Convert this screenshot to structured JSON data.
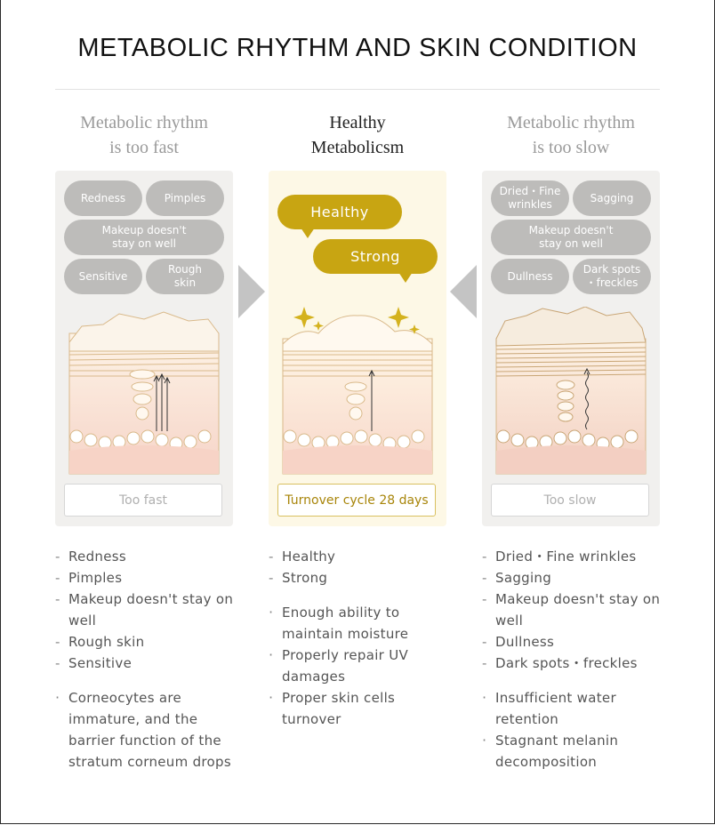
{
  "title": "METABOLIC RHYTHM AND SKIN CONDITION",
  "columns": [
    {
      "heading": [
        "Metabolic rhythm",
        "is too fast"
      ],
      "pills": [
        {
          "lines": [
            "Redness"
          ]
        },
        {
          "lines": [
            "Pimples"
          ]
        },
        {
          "lines": [
            "Makeup doesn't",
            "stay on well"
          ]
        },
        {
          "lines": [
            "Sensitive"
          ]
        },
        {
          "lines": [
            "Rough",
            "skin"
          ]
        }
      ],
      "status": "Too fast",
      "conditions": [
        "Redness",
        "Pimples",
        "Makeup doesn't stay on well",
        "Rough skin",
        "Sensitive"
      ],
      "notes": [
        "Corneocytes are immature, and the barrier function of the stratum corneum drops"
      ]
    },
    {
      "heading": [
        "Healthy",
        "Metabolicsm"
      ],
      "bubbles": [
        "Healthy",
        "Strong"
      ],
      "status": "Turnover cycle 28 days",
      "conditions": [
        "Healthy",
        "Strong"
      ],
      "notes": [
        "Enough ability to maintain moisture",
        "Properly repair UV damages",
        "Proper skin cells turnover"
      ]
    },
    {
      "heading": [
        "Metabolic rhythm",
        "is too slow"
      ],
      "pills": [
        {
          "lines": [
            "Dried・Fine",
            "wrinkles"
          ]
        },
        {
          "lines": [
            "Sagging"
          ]
        },
        {
          "lines": [
            "Makeup doesn't",
            "stay on well"
          ]
        },
        {
          "lines": [
            "Dullness"
          ]
        },
        {
          "lines": [
            "Dark spots",
            "・freckles"
          ]
        }
      ],
      "status": "Too slow",
      "conditions": [
        "Dried・Fine wrinkles",
        "Sagging",
        "Makeup doesn't stay on well",
        "Dullness",
        "Dark spots・freckles"
      ],
      "notes": [
        "Insufficient water retention",
        "Stagnant melanin decomposition"
      ]
    }
  ],
  "colors": {
    "accent_gold": "#c8a512",
    "pill_grey": "#bdbcba",
    "panel_yellow": "#fdf8e6",
    "panel_grey": "#f1f0ee"
  }
}
